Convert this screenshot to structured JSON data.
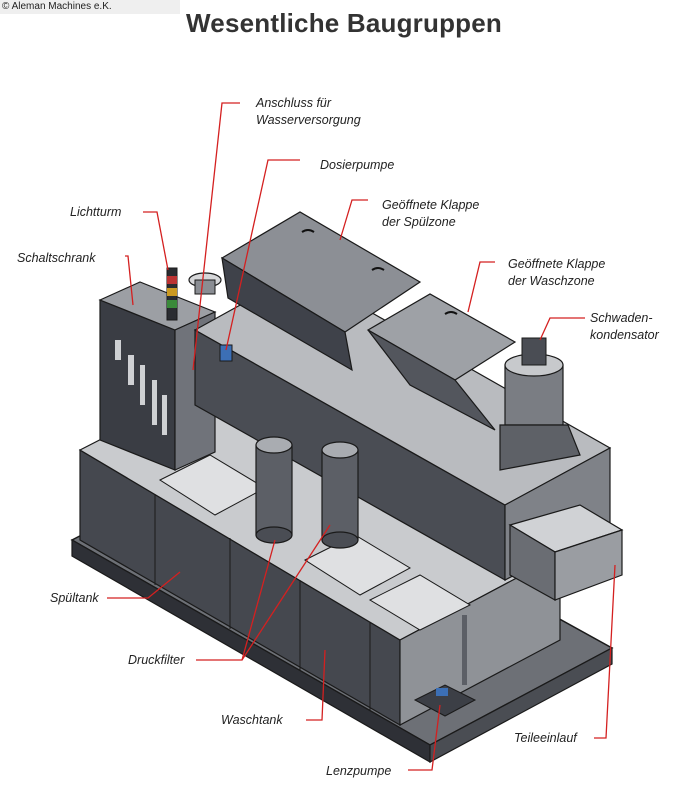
{
  "watermark": "© Aleman Machines e.K.",
  "title": "Wesentliche Baugruppen",
  "labels": {
    "anschluss_1": "Anschluss für",
    "anschluss_2": "Wasserversorgung",
    "dosierpumpe": "Dosierpumpe",
    "klappe_spuel_1": "Geöffnete Klappe",
    "klappe_spuel_2": "der Spülzone",
    "klappe_wasch_1": "Geöffnete Klappe",
    "klappe_wasch_2": "der Waschzone",
    "schwaden_1": "Schwaden-",
    "schwaden_2": "kondensator",
    "lichtturm": "Lichtturm",
    "schaltschrank": "Schaltschrank",
    "spueltank": "Spültank",
    "druckfilter": "Druckfilter",
    "waschtank": "Waschtank",
    "lenzpumpe": "Lenzpumpe",
    "teileeinlauf": "Teileeinlauf"
  },
  "colors": {
    "leader": "#d42020",
    "machine_dark": "#3c3f46",
    "machine_mid": "#8a8d93",
    "machine_light": "#cfd1d4",
    "outline": "#1a1a1a"
  }
}
